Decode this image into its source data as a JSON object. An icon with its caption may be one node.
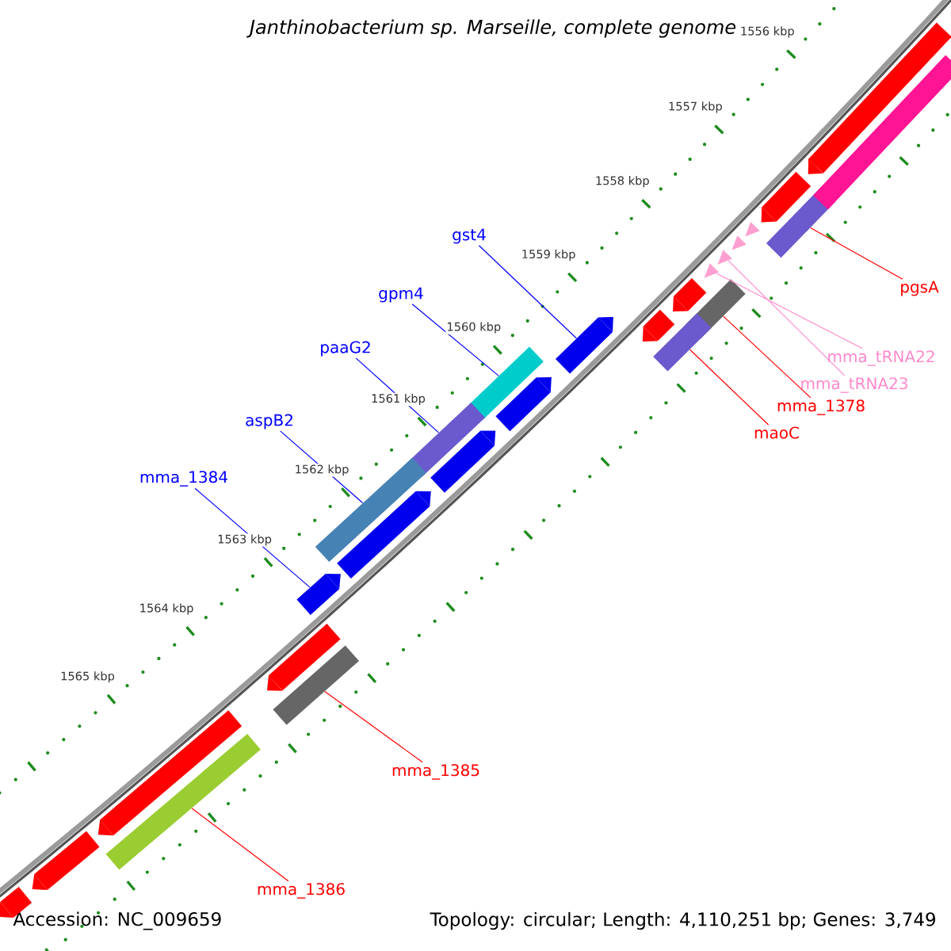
{
  "diagram": {
    "title": "Janthinobacterium sp. Marseille, complete genome",
    "nodes": [
      {
        "text": [
          "gst4"
        ]
      },
      {
        "text": [
          "gpm4"
        ]
      },
      {
        "text": [
          "paaG2"
        ]
      },
      {
        "text": [
          "aspB2"
        ]
      },
      {
        "text": [
          "mma_1384"
        ]
      },
      {
        "text": [
          "pgsA"
        ]
      },
      {
        "text": [
          "mma_tRNA22"
        ]
      },
      {
        "text": [
          "mma_tRNA23"
        ]
      },
      {
        "text": [
          "mma_1378"
        ]
      },
      {
        "text": [
          "maoC"
        ]
      },
      {
        "text": [
          "mma_1385"
        ]
      },
      {
        "text": [
          "mma_1386"
        ]
      },
      {
        "text": [],
        "shape": "arrow"
      },
      {
        "text": [],
        "shape": "bar"
      },
      {
        "text": [],
        "shape": "bar"
      },
      {
        "text": [],
        "shape": "bar"
      },
      {
        "text": [],
        "shape": "arrow"
      },
      {
        "text": [],
        "shape": "bar"
      },
      {
        "text": [],
        "shape": "triangle"
      },
      {
        "text": [],
        "shape": "triangle"
      },
      {
        "text": [],
        "shape": "bar"
      },
      {
        "text": [],
        "shape": "bar"
      },
      {
        "text": [],
        "shape": "bar"
      },
      {
        "text": [],
        "shape": "bar"
      },
      {
        "text": [],
        "shape": "arrow"
      },
      {
        "text": [],
        "shape": "arrow"
      },
      {
        "text": [],
        "shape": "arrow"
      },
      {
        "text": [],
        "shape": "arrow"
      },
      {
        "text": [],
        "shape": "arrow"
      },
      {
        "text": [],
        "shape": "arrow"
      },
      {
        "text": [],
        "shape": "arrow"
      },
      {
        "text": [],
        "shape": "arrow"
      },
      {
        "text": [],
        "shape": "arrow"
      },
      {
        "text": [],
        "shape": "arrow"
      },
      {
        "text": [],
        "shape": "arrow"
      },
      {
        "text": [],
        "shape": "bar"
      },
      {
        "text": [],
        "shape": "triangle"
      },
      {
        "text": [],
        "shape": "triangle"
      }
    ],
    "edges": [
      {
        "from": 0,
        "to": 12,
        "arrow": "none",
        "color": "#0000ff"
      },
      {
        "from": 1,
        "to": 13,
        "arrow": "none",
        "color": "#0000ff"
      },
      {
        "from": 2,
        "to": 14,
        "arrow": "none",
        "color": "#0000ff"
      },
      {
        "from": 3,
        "to": 15,
        "arrow": "none",
        "color": "#0000ff"
      },
      {
        "from": 4,
        "to": 16,
        "arrow": "none",
        "color": "#0000ff"
      },
      {
        "from": 5,
        "to": 17,
        "arrow": "none",
        "color": "#ff0000"
      },
      {
        "from": 6,
        "to": 18,
        "arrow": "none",
        "color": "#ff88cc"
      },
      {
        "from": 7,
        "to": 19,
        "arrow": "none",
        "color": "#ff88cc"
      },
      {
        "from": 8,
        "to": 20,
        "arrow": "none",
        "color": "#ff0000"
      },
      {
        "from": 9,
        "to": 21,
        "arrow": "none",
        "color": "#ff0000"
      },
      {
        "from": 10,
        "to": 22,
        "arrow": "none",
        "color": "#ff0000"
      },
      {
        "from": 11,
        "to": 23,
        "arrow": "none",
        "color": "#ff0000"
      }
    ],
    "labels": [
      "1556 kbp",
      "1557 kbp",
      "1558 kbp",
      "1559 kbp",
      "1560 kbp",
      "1561 kbp",
      "1562 kbp",
      "1563 kbp",
      "1564 kbp",
      "1565 kbp",
      "Accession: NC_009659",
      "Topology: circular; Length: 4,110,251 bp; Genes: 3,749"
    ]
  }
}
